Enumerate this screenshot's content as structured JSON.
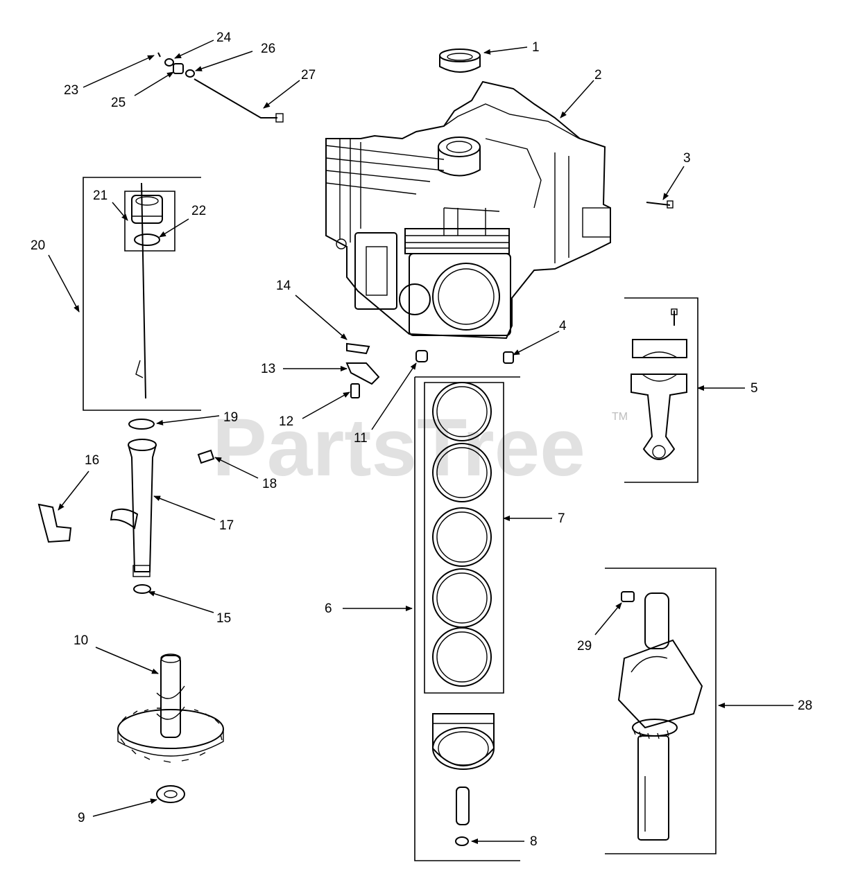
{
  "watermark": {
    "text": "PartsTree",
    "trademark": "TM"
  },
  "callouts": [
    "1",
    "2",
    "3",
    "4",
    "5",
    "6",
    "7",
    "8",
    "9",
    "10",
    "11",
    "12",
    "13",
    "14",
    "15",
    "16",
    "17",
    "18",
    "19",
    "20",
    "21",
    "22",
    "23",
    "24",
    "25",
    "26",
    "27",
    "28",
    "29"
  ]
}
